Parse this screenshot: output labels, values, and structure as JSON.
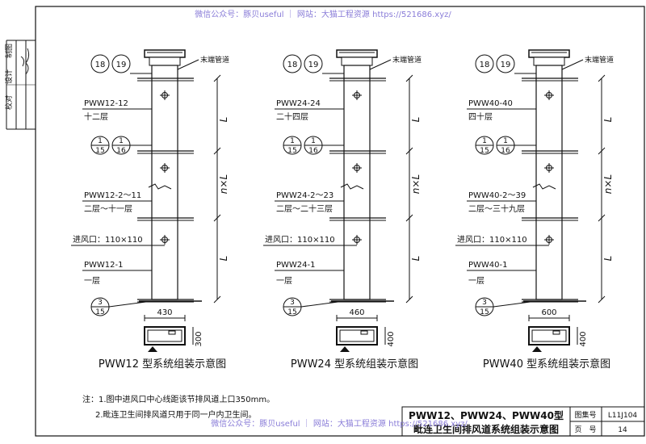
{
  "watermark_top": "微信公众号：豚贝useful ｜ 网站：大猫工程资源 https://521686.xyz/",
  "watermark_bottom": "微信公众号：豚贝useful ｜ 网站：大猫工程资源 https://521686.xyz/",
  "side_labels": [
    "校对",
    "设计",
    "制图"
  ],
  "assemblies": [
    {
      "bubble_top": [
        "18",
        "19"
      ],
      "end_pipe_label": "末端管道",
      "top_model": "PWW12-12",
      "top_floor": "十二层",
      "section_marks": [
        "1",
        "15",
        "1",
        "16"
      ],
      "mid_model": "PWW12-2～11",
      "mid_floor": "二层～十一层",
      "inlet_label": "进风口：110×110",
      "bottom_model": "PWW12-1",
      "bottom_floor": "一层",
      "bubble_bottom": [
        "3",
        "15"
      ],
      "dim_top": "L",
      "dim_mid": "n×L",
      "dim_bottom": "L",
      "width_dim": "430",
      "depth_dim": "300",
      "caption": "PWW12 型系统组装示意图"
    },
    {
      "bubble_top": [
        "18",
        "19"
      ],
      "end_pipe_label": "末端管道",
      "top_model": "PWW24-24",
      "top_floor": "二十四层",
      "section_marks": [
        "1",
        "15",
        "1",
        "16"
      ],
      "mid_model": "PWW24-2～23",
      "mid_floor": "二层～二十三层",
      "inlet_label": "进风口：110×110",
      "bottom_model": "PWW24-1",
      "bottom_floor": "一层",
      "bubble_bottom": [
        "3",
        "15"
      ],
      "dim_top": "L",
      "dim_mid": "n×L",
      "dim_bottom": "L",
      "width_dim": "460",
      "depth_dim": "400",
      "caption": "PWW24 型系统组装示意图"
    },
    {
      "bubble_top": [
        "18",
        "19"
      ],
      "end_pipe_label": "末端管道",
      "top_model": "PWW40-40",
      "top_floor": "四十层",
      "section_marks": [
        "1",
        "15",
        "1",
        "16"
      ],
      "mid_model": "PWW40-2～39",
      "mid_floor": "二层～三十九层",
      "inlet_label": "进风口：110×110",
      "bottom_model": "PWW40-1",
      "bottom_floor": "一层",
      "bubble_bottom": [
        "3",
        "15"
      ],
      "dim_top": "L",
      "dim_mid": "n×L",
      "dim_bottom": "L",
      "width_dim": "600",
      "depth_dim": "400",
      "caption": "PWW40 型系统组装示意图"
    }
  ],
  "notes": [
    "注：1.图中进风口中心线距该节排风道上口350mm。",
    "2.毗连卫生间排风道只用于同一户内卫生间。"
  ],
  "title_block": {
    "title_line1": "PWW12、PWW24、PWW40型",
    "title_line2": "毗连卫生间排风道系统组装示意图",
    "atlas_label": "图集号",
    "atlas_value": "L11J104",
    "page_label": "页　号",
    "page_value": "14"
  }
}
